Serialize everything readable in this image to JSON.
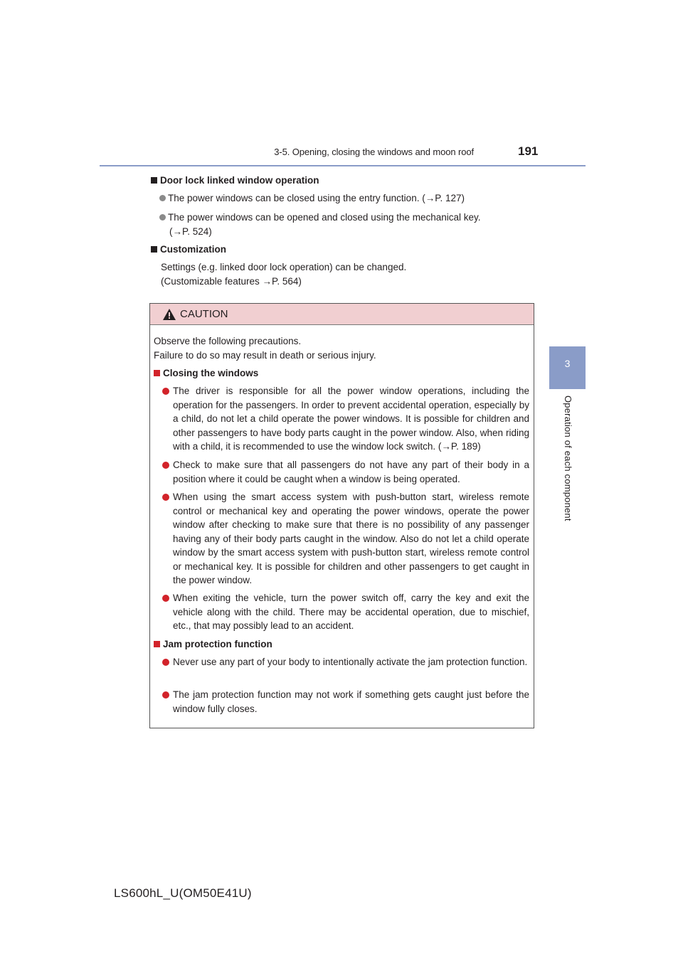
{
  "header": {
    "section_title": "3-5. Opening, closing the windows and moon roof",
    "page_number": "191"
  },
  "side_tab": {
    "chapter_number": "3",
    "chapter_label": "Operation of each component"
  },
  "door_lock": {
    "heading": "Door lock linked window operation",
    "bullet1": "The power windows can be closed using the entry function. (→P. 127)",
    "bullet2_line1": "The power windows can be opened and closed using the mechanical key.",
    "bullet2_line2": "(→P. 524)"
  },
  "customization": {
    "heading": "Customization",
    "line1": "Settings (e.g. linked door lock operation) can be changed.",
    "line2": "(Customizable features →P. 564)"
  },
  "caution": {
    "title": "CAUTION",
    "intro1": "Observe the following precautions.",
    "intro2": "Failure to do so may result in death or serious injury.",
    "closing_heading": "Closing the windows",
    "closing_bullets": [
      "The driver is responsible for all the power window operations, including the operation for the passengers. In order to prevent accidental operation, especially by a child, do not let a child operate the power windows. It is possible for children and other passengers to have body parts caught in the power window. Also, when riding with a child, it is recommended to use the window lock switch. (→P. 189)",
      "Check to make sure that all passengers do not have any part of their body in a position where it could be caught when a window is being operated.",
      "When using the smart access system with push-button start, wireless remote control or mechanical key and operating the power windows, operate the power window after checking to make sure that there is no possibility of any passenger having any of their body parts caught in the window. Also do not let a child operate window by the smart access system with push-button start, wireless remote control or mechanical key. It is possible for children and other passengers to get caught in the power window.",
      "When exiting the vehicle, turn the power switch off, carry the key and exit the vehicle along with the child. There may be accidental operation, due to mischief, etc., that may possibly lead to an accident."
    ],
    "jam_heading": "Jam protection function",
    "jam_bullets": [
      "Never use any part of your body to intentionally activate the jam protection function.",
      "The jam protection function may not work if something gets caught just before the window fully closes."
    ]
  },
  "footer": {
    "model_code": "LS600hL_U(OM50E41U)"
  }
}
